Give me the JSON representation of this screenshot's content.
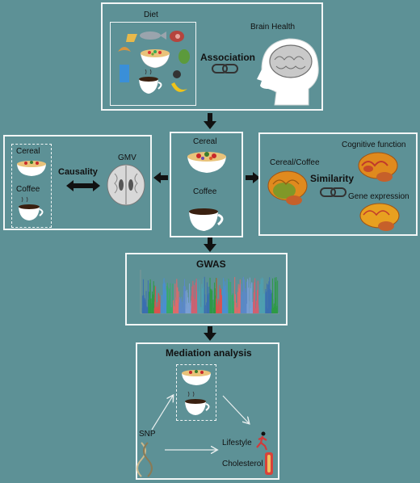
{
  "top_panel": {
    "diet_label": "Diet",
    "association_label": "Association",
    "brain_health_label": "Brain Health"
  },
  "left_panel": {
    "cereal_label": "Cereal",
    "coffee_label": "Coffee",
    "causality_label": "Causality",
    "gmv_label": "GMV"
  },
  "center_panel": {
    "cereal_label": "Cereal",
    "coffee_label": "Coffee"
  },
  "right_panel": {
    "cereal_coffee_label": "Cereal/Coffee",
    "cognitive_function_label": "Cognitive function",
    "similarity_label": "Similarity",
    "gene_expression_label": "Gene expression"
  },
  "gwas_panel": {
    "title": "GWAS"
  },
  "mediation_panel": {
    "title": "Mediation analysis",
    "snp_label": "SNP",
    "lifestyle_label": "Lifestyle",
    "cholesterol_label": "Cholesterol"
  },
  "colors": {
    "background": "#5d9196",
    "panel_border": "#f2f6f6",
    "arrow": "#111111",
    "brain_orange": "#e08a1e",
    "brain_green": "#6f9a2a"
  }
}
